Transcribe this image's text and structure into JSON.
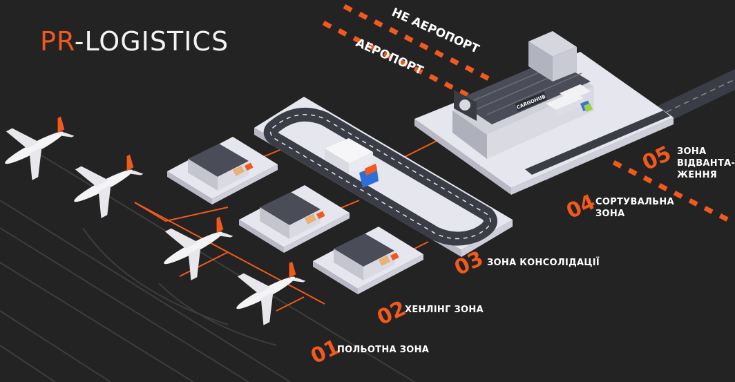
{
  "brand": {
    "prefix": "PR",
    "suffix": "-LOGISTICS"
  },
  "zones": [
    {
      "id": "zone-01",
      "number": "01",
      "label": "ПОЛЬОТНА ЗОНА"
    },
    {
      "id": "zone-02",
      "number": "02",
      "label": "ХЕНЛІНГ ЗОНА"
    },
    {
      "id": "zone-03",
      "number": "03",
      "label": "ЗОНА КОНСОЛІДАЦІЇ"
    },
    {
      "id": "zone-04",
      "number": "04",
      "label_lines": [
        "СОРТУВАЛЬНА",
        "ЗОНА"
      ]
    },
    {
      "id": "zone-05",
      "number": "05",
      "label_lines": [
        "ЗОНА",
        "ВІДВАНТА-",
        "ЖЕННЯ"
      ]
    }
  ],
  "boundary": {
    "not_airport": "НЕ АЕРОПОРТ",
    "airport": "АЕРОПОРТ"
  },
  "warehouse_sign": "CARGOHUB",
  "colors": {
    "background": "#232323",
    "accent": "#f25a1d",
    "platform": "#e6e6ee",
    "road": "#3a3d46"
  },
  "icons": [
    "airplane-icon",
    "warehouse-icon",
    "truck-icon",
    "forklift-icon"
  ]
}
